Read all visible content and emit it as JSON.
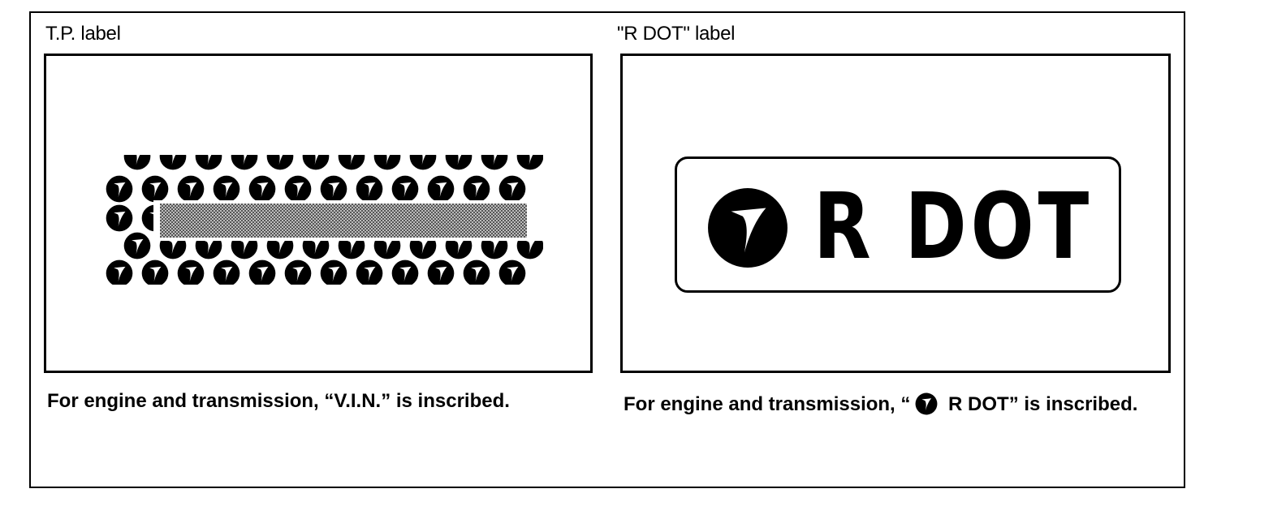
{
  "panels": [
    {
      "title": "T.P. label",
      "caption": "For engine and transmission, “V.I.N.” is inscribed."
    },
    {
      "title": "\"R DOT\" label",
      "caption_before": "For engine and transmission, “",
      "caption_after": " R DOT” is inscribed.",
      "badge_text": "R DOT"
    }
  ],
  "colors": {
    "ink": "#000000",
    "paper": "#ffffff",
    "hatch": "#8a8a8a"
  },
  "icons": {
    "emblem": "circle-swoosh-emblem-icon"
  }
}
